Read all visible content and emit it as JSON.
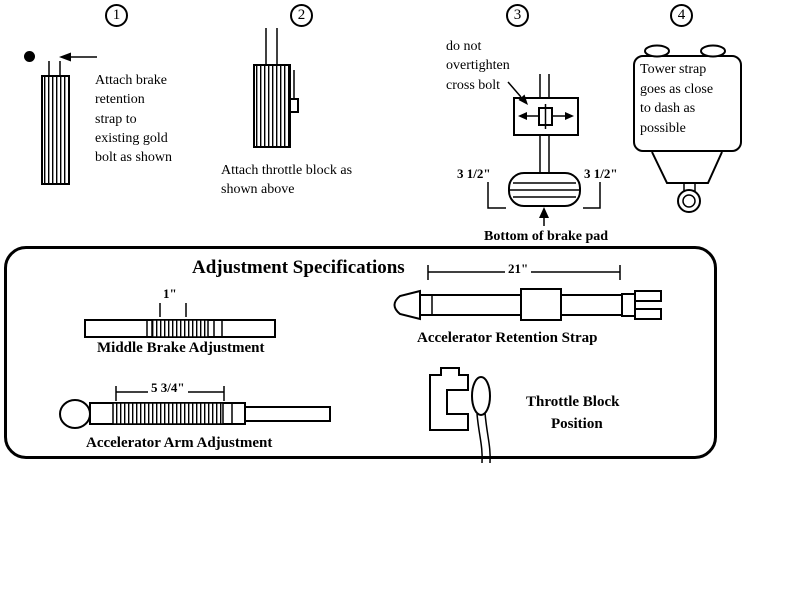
{
  "colors": {
    "ink": "#000000",
    "paper": "#ffffff"
  },
  "steps": {
    "one": {
      "number": "1",
      "text": "Attach brake\nretention\nstrap to\nexisting gold\nbolt as shown"
    },
    "two": {
      "number": "2",
      "text": "Attach throttle block as\nshown above"
    },
    "three": {
      "number": "3",
      "warning": "do not\novertighten\ncross bolt",
      "dim_left": "3 1/2\"",
      "dim_right": "3 1/2\"",
      "caption": "Bottom of brake pad"
    },
    "four": {
      "number": "4",
      "text": "Tower strap\ngoes as close\nto dash as\npossible"
    }
  },
  "panel": {
    "title": "Adjustment Specifications",
    "middle_brake": {
      "label": "Middle Brake Adjustment",
      "dimension": "1\""
    },
    "retention_strap": {
      "label": "Accelerator Retention Strap",
      "dimension": "21\""
    },
    "accelerator_arm": {
      "label": "Accelerator Arm Adjustment",
      "dimension": "5 3/4\""
    },
    "throttle_block": {
      "label_line1": "Throttle Block",
      "label_line2": "Position"
    }
  }
}
